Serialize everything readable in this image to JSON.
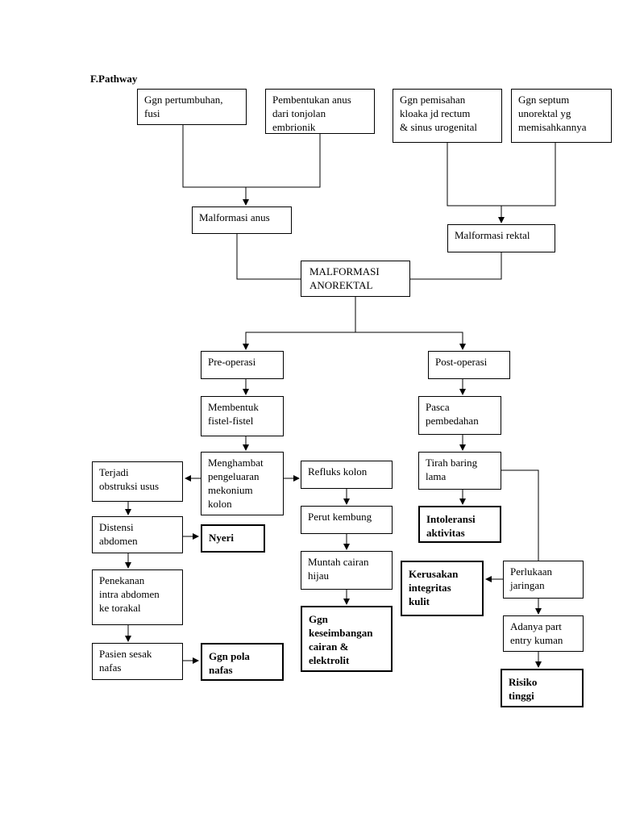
{
  "heading": "F.Pathway",
  "nodes": {
    "ggn_pertumbuhan": "Ggn pertumbuhan,\nfusi",
    "pembentukan_anus": "Pembentukan anus\ndari tonjolan\nembrionik",
    "ggn_pemisahan": "Ggn pemisahan\nkloaka jd rectum\n& sinus urogenital",
    "ggn_septum": "Ggn septum\nunorektal yg\nmemisahkannya",
    "malformasi_anus": "Malformasi anus",
    "malformasi_rektal": "Malformasi rektal",
    "malformasi_anorektal": "MALFORMASI\nANOREKTAL",
    "pre_operasi": "Pre-operasi",
    "post_operasi": "Post-operasi",
    "membentuk_fistel": "Membentuk\nfistel-fistel",
    "pasca_pembedahan": "Pasca\npembedahan",
    "menghambat": "Menghambat\npengeluaran\nmekonium\nkolon",
    "terjadi_obstruksi": "Terjadi\nobstruksi usus",
    "refluks_kolon": "Refluks kolon",
    "tirah_baring": "Tirah baring\nlama",
    "distensi_abdomen": "Distensi\nabdomen",
    "nyeri": "Nyeri",
    "perut_kembung": "Perut kembung",
    "intoleransi_aktivitas": "Intoleransi\naktivitas",
    "muntah_cairan": "Muntah cairan\nhijau",
    "kerusakan_integritas": "Kerusakan\nintegritas\nkulit",
    "perlukaan_jaringan": "Perlukaan\njaringan",
    "penekanan_intra": "Penekanan\nintra abdomen\nke torakal",
    "ggn_keseimbangan": "Ggn\nkeseimbangan\ncairan &\nelektrolit",
    "adanya_part": "Adanya part\nentry kuman",
    "pasien_sesak": "Pasien sesak\nnafas",
    "ggn_pola_nafas": "Ggn pola\nnafas",
    "risiko_tinggi": "Risiko\ntinggi"
  }
}
